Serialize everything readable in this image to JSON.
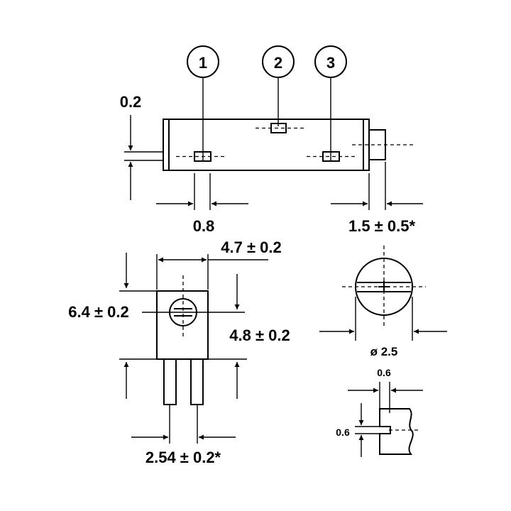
{
  "pins": {
    "pin1": "1",
    "pin2": "2",
    "pin3": "3"
  },
  "dimensions": {
    "lead_offset": "0.2",
    "pad_width": "0.8",
    "adjust_offset": "1.5 ± 0.5*",
    "body_width": "4.7 ± 0.2",
    "shaft_height": "6.4 ± 0.2",
    "body_height": "4.8 ± 0.2",
    "pin_pitch": "2.54 ± 0.2*",
    "shaft_diameter": "ø 2.5",
    "slot_width": "0.6",
    "slot_depth": "0.6"
  }
}
